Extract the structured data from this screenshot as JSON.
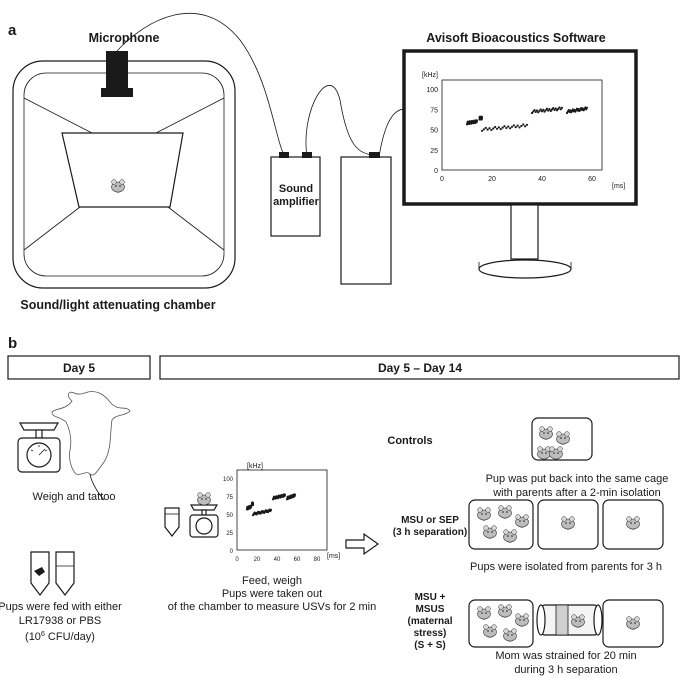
{
  "panel_a": {
    "letter": "a",
    "microphone": "Microphone",
    "chamber": "Sound/light attenuating chamber",
    "amplifier_line1": "Sound",
    "amplifier_line2": "amplifier",
    "software": "Avisoft Bioacoustics Software",
    "spectrogram": {
      "y_unit": "[kHz]",
      "x_unit": "[ms]",
      "y_ticks": [
        "100",
        "75",
        "50",
        "25",
        "0"
      ],
      "x_ticks": [
        "0",
        "20",
        "40",
        "60"
      ]
    }
  },
  "panel_b": {
    "letter": "b",
    "day5_header": "Day 5",
    "day5_14_header": "Day 5 – Day 14",
    "weigh_tattoo": "Weigh and tattoo",
    "fed_line1": "Pups were fed with either",
    "fed_line2": "LR17938 or PBS",
    "fed_line3_prefix": "(10",
    "fed_line3_sup": "6",
    "fed_line3_suffix": " CFU/day)",
    "feed_line1": "Feed, weigh",
    "feed_line2": "Pups were taken out",
    "feed_line3": "of the chamber to measure USVs for 2 min",
    "spectrogram": {
      "y_unit": "[kHz]",
      "x_unit": "[ms]",
      "y_ticks": [
        "100",
        "75",
        "50",
        "25",
        "0"
      ],
      "x_ticks": [
        "0",
        "20",
        "40",
        "60",
        "80"
      ]
    },
    "controls": {
      "label": "Controls",
      "desc_line1": "Pup was put back into the same cage",
      "desc_line2": "with parents after a 2-min isolation"
    },
    "msu": {
      "label_line1": "MSU or SEP",
      "label_line2": "(3 h separation)",
      "desc": "Pups were isolated from parents for 3 h"
    },
    "stress": {
      "label_line1": "MSU +",
      "label_line2": "MSUS",
      "label_line3": "(maternal",
      "label_line4": "stress)",
      "label_line5": "(S + S)",
      "desc_line1": "Mom was strained for 20 min",
      "desc_line2": "during 3 h separation"
    }
  }
}
